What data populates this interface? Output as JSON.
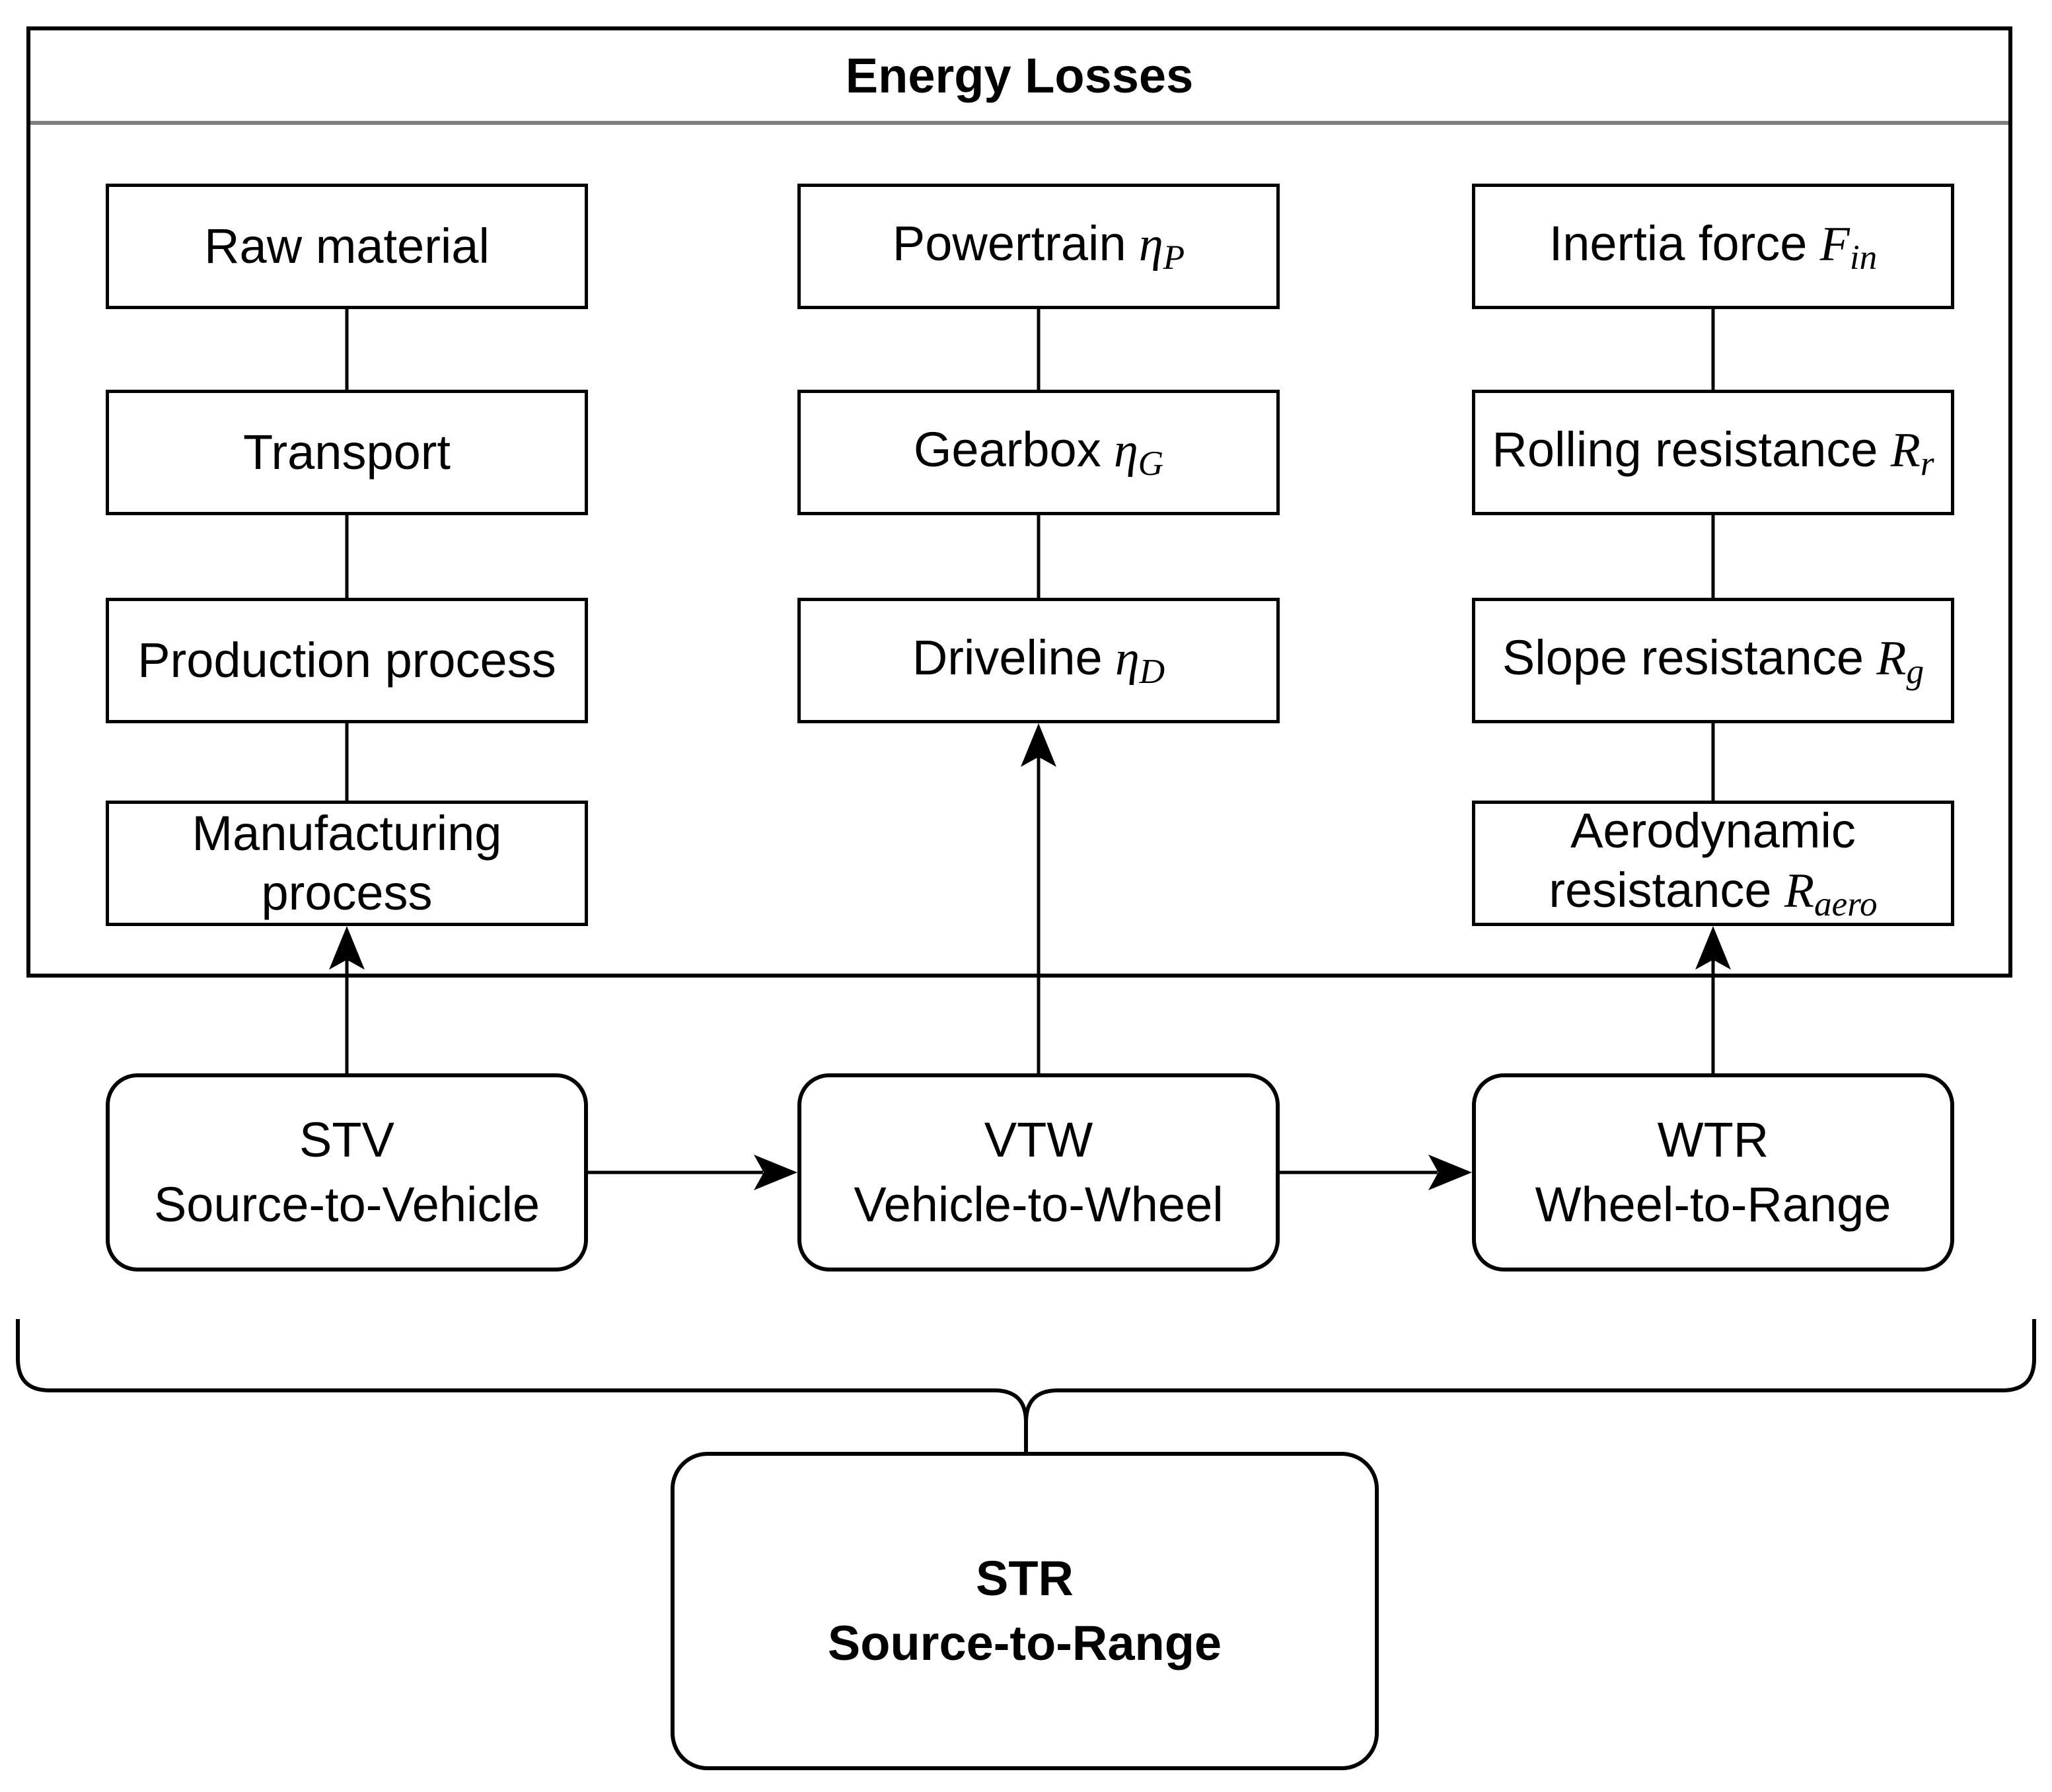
{
  "diagram": {
    "title": "Energy Losses",
    "energy_loss_columns": [
      {
        "boxes": [
          {
            "label": "Raw material"
          },
          {
            "label": "Transport"
          },
          {
            "label": "Production process"
          },
          {
            "label": "Manufacturing process"
          }
        ]
      },
      {
        "boxes": [
          {
            "label": "Powertrain",
            "symbol": "η",
            "sub": "P"
          },
          {
            "label": "Gearbox",
            "symbol": "η",
            "sub": "G"
          },
          {
            "label": "Driveline",
            "symbol": "η",
            "sub": "D"
          }
        ]
      },
      {
        "boxes": [
          {
            "label": "Inertia force",
            "symbol": "F",
            "sub": "in"
          },
          {
            "label": "Rolling resistance",
            "symbol": "R",
            "sub": "r"
          },
          {
            "label": "Slope resistance",
            "symbol": "R",
            "sub": "g"
          },
          {
            "label": "Aerodynamic resistance",
            "symbol": "R",
            "sub": "aero"
          }
        ]
      }
    ],
    "stages": [
      {
        "acronym": "STV",
        "name": "Source-to-Vehicle"
      },
      {
        "acronym": "VTW",
        "name": "Vehicle-to-Wheel"
      },
      {
        "acronym": "WTR",
        "name": "Wheel-to-Range"
      }
    ],
    "result": {
      "acronym": "STR",
      "name": "Source-to-Range"
    },
    "colors": {
      "stroke": "#000000",
      "separator": "#808080",
      "background": "#ffffff"
    }
  }
}
